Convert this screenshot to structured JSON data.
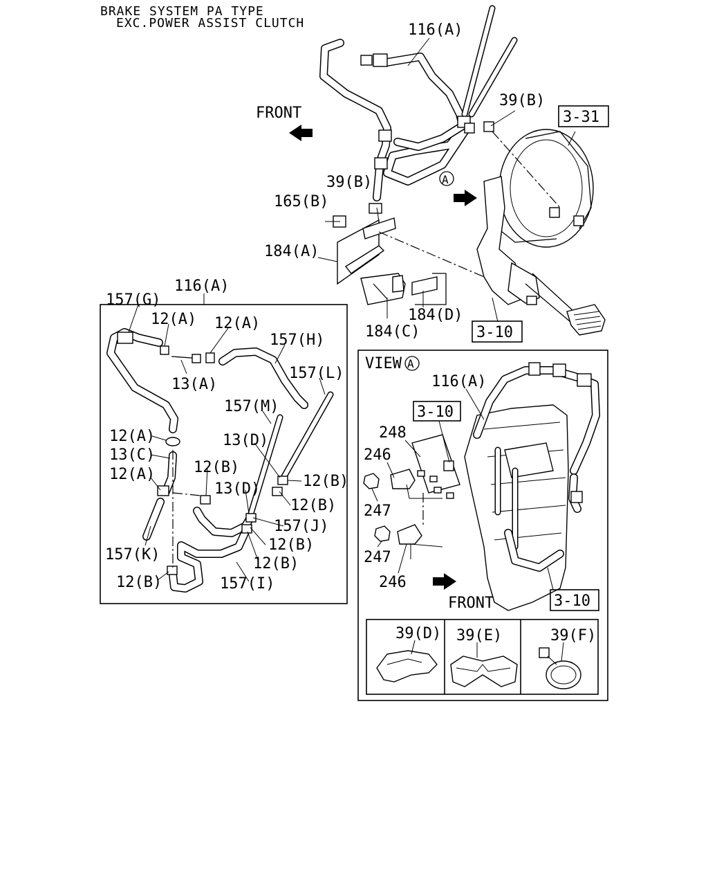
{
  "title": {
    "line1": "BRAKE SYSTEM PA TYPE",
    "line2": "EXC.POWER ASSIST CLUTCH"
  },
  "main": {
    "labels": {
      "hose_116a_top": "116(A)",
      "clip_39b_upper": "39(B)",
      "ref_3_31": "3-31",
      "front": "FRONT",
      "view_marker": "A",
      "clip_39b_lower": "39(B)",
      "bolt_165b": "165(B)",
      "bracket_184a": "184(A)",
      "bracket_184d": "184(D)",
      "bracket_184c": "184(C)",
      "ref_3_10_main": "3-10"
    }
  },
  "detail_left": {
    "header": "116(A)",
    "labels": {
      "l_157g": "157(G)",
      "l_12a_1": "12(A)",
      "l_12a_2": "12(A)",
      "l_157h": "157(H)",
      "l_13a": "13(A)",
      "l_157l": "157(L)",
      "l_157m": "157(M)",
      "l_12a_3": "12(A)",
      "l_13d_1": "13(D)",
      "l_13c": "13(C)",
      "l_12b_1": "12(B)",
      "l_12a_4": "12(A)",
      "l_12b_2": "12(B)",
      "l_13d_2": "13(D)",
      "l_12b_3": "12(B)",
      "l_157j": "157(J)",
      "l_12b_4": "12(B)",
      "l_157k": "157(K)",
      "l_12b_5": "12(B)",
      "l_12b_6": "12(B)",
      "l_157i": "157(I)"
    }
  },
  "detail_view": {
    "header_word": "VIEW",
    "header_marker": "A",
    "labels": {
      "v_116a": "116(A)",
      "v_3_10_ref": "3-10",
      "v_248": "248",
      "v_246_1": "246",
      "v_247_1": "247",
      "v_247_2": "247",
      "v_246_2": "246",
      "v_front": "FRONT",
      "v_3_10_ref2": "3-10"
    },
    "clips": [
      {
        "label": "39(D)"
      },
      {
        "label": "39(E)"
      },
      {
        "label": "39(F)"
      }
    ]
  }
}
